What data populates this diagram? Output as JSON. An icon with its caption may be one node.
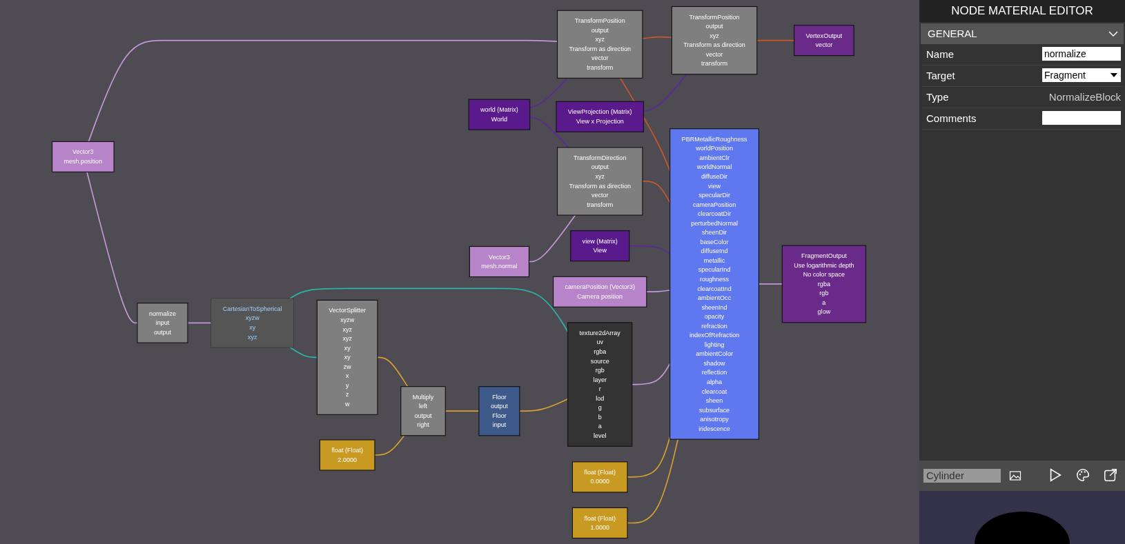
{
  "diagram": {
    "title": "NODE MATERIAL EDITOR",
    "nodes": [
      {
        "text": [
          "TransformPosition",
          "output",
          "xyz",
          "Transform as direction",
          "vector",
          "transform"
        ]
      },
      {
        "text": [
          "TransformPosition",
          "output",
          "xyz",
          "Transform as direction",
          "vector",
          "transform"
        ]
      },
      {
        "text": [
          "VertexOutput",
          "vector"
        ]
      },
      {
        "text": [
          "world (Matrix)",
          "World"
        ]
      },
      {
        "text": [
          "ViewProjection (Matrix)",
          "View x Projection"
        ]
      },
      {
        "text": [
          "Vector3",
          "mesh.position"
        ]
      },
      {
        "text": [
          "TransformDirection",
          "output",
          "xyz",
          "Transform as direction",
          "vector",
          "transform"
        ]
      },
      {
        "text": [
          "PBRMetallicRoughness",
          "worldPosition",
          "ambientClr",
          "worldNormal",
          "diffuseDir",
          "view",
          "specularDir",
          "cameraPosition",
          "clearcoatDir",
          "perturbedNormal",
          "sheenDir",
          "baseColor",
          "diffuseInd",
          "metallic",
          "specularInd",
          "roughness",
          "clearcoatInd",
          "ambientOcc",
          "sheenInd",
          "opacity",
          "refraction",
          "indexOfRefraction",
          "lighting",
          "ambientColor",
          "shadow",
          "reflection",
          "alpha",
          "clearcoat",
          "sheen",
          "subsurface",
          "anisotropy",
          "iridescence"
        ]
      },
      {
        "text": [
          "view (Matrix)",
          "View"
        ]
      },
      {
        "text": [
          "Vector3",
          "mesh.normal"
        ]
      },
      {
        "text": [
          "FragmentOutput",
          "Use logarithmic depth",
          "No color space",
          "rgba",
          "rgb",
          "a",
          "glow"
        ]
      },
      {
        "text": [
          "cameraPosition (Vector3)",
          "Camera position"
        ]
      },
      {
        "text": [
          "normalize",
          "input",
          "output"
        ]
      },
      {
        "text": [
          "CartesianToSpherical",
          "xyzw",
          "xy",
          "xyz"
        ]
      },
      {
        "text": [
          "texture2dArray",
          "uv",
          "rgba",
          "source",
          "rgb",
          "layer",
          "r",
          "lod",
          "g",
          "b",
          "a",
          "level"
        ]
      },
      {
        "text": [
          "VectorSplitter",
          "xyzw",
          "xyz",
          "xyz",
          "xy",
          "xy",
          "zw",
          "x",
          "y",
          "z",
          "w"
        ]
      },
      {
        "text": [
          "Multiply",
          "left",
          "output",
          "right"
        ]
      },
      {
        "text": [
          "Floor",
          "output",
          "Floor",
          "input"
        ]
      },
      {
        "text": [
          "float (Float)",
          "2.0000"
        ]
      },
      {
        "text": [
          "float (Float)",
          "0.0000"
        ]
      },
      {
        "text": [
          "float (Float)",
          "1.0000"
        ]
      }
    ],
    "edges": [
      {
        "from": 5,
        "to": 0,
        "arrow": "none"
      },
      {
        "from": 3,
        "to": 0,
        "arrow": "none",
        "color": "#5b2a9a"
      },
      {
        "from": 0,
        "to": 1,
        "arrow": "none",
        "color": "#c8582a"
      },
      {
        "from": 4,
        "to": 1,
        "arrow": "none",
        "color": "#5b2a9a"
      },
      {
        "from": 1,
        "to": 2,
        "arrow": "none",
        "color": "#c8582a"
      },
      {
        "from": 0,
        "to": 7,
        "arrow": "none",
        "color": "#c8582a"
      },
      {
        "from": 5,
        "to": 12,
        "arrow": "none"
      },
      {
        "from": 3,
        "to": 6,
        "arrow": "none",
        "color": "#5b2a9a"
      },
      {
        "from": 9,
        "to": 6,
        "arrow": "none"
      },
      {
        "from": 6,
        "to": 7,
        "arrow": "none",
        "color": "#c8582a"
      },
      {
        "from": 8,
        "to": 7,
        "arrow": "none",
        "color": "#5b2a9a"
      },
      {
        "from": 11,
        "to": 7,
        "arrow": "none"
      },
      {
        "from": 14,
        "to": 7,
        "arrow": "none"
      },
      {
        "from": 19,
        "to": 7,
        "arrow": "none",
        "color": "#d4a030"
      },
      {
        "from": 20,
        "to": 7,
        "arrow": "none",
        "color": "#d4a030"
      },
      {
        "from": 7,
        "to": 10,
        "arrow": "none"
      },
      {
        "from": 12,
        "to": 13,
        "arrow": "none"
      },
      {
        "from": 13,
        "to": 14,
        "arrow": "none",
        "color": "#2bb5a8"
      },
      {
        "from": 13,
        "to": 15,
        "arrow": "none",
        "color": "#2bb5a8"
      },
      {
        "from": 15,
        "to": 16,
        "arrow": "none",
        "color": "#d4a030"
      },
      {
        "from": 18,
        "to": 16,
        "arrow": "none",
        "color": "#d4a030"
      },
      {
        "from": 16,
        "to": 17,
        "arrow": "none",
        "color": "#d4a030"
      },
      {
        "from": 17,
        "to": 14,
        "arrow": "none",
        "color": "#d4a030"
      }
    ],
    "labels": [
      "GENERAL",
      "Name",
      "normalize",
      "Target",
      "Fragment",
      "Type",
      "NormalizeBlock",
      "Comments",
      "Cylinder"
    ]
  }
}
